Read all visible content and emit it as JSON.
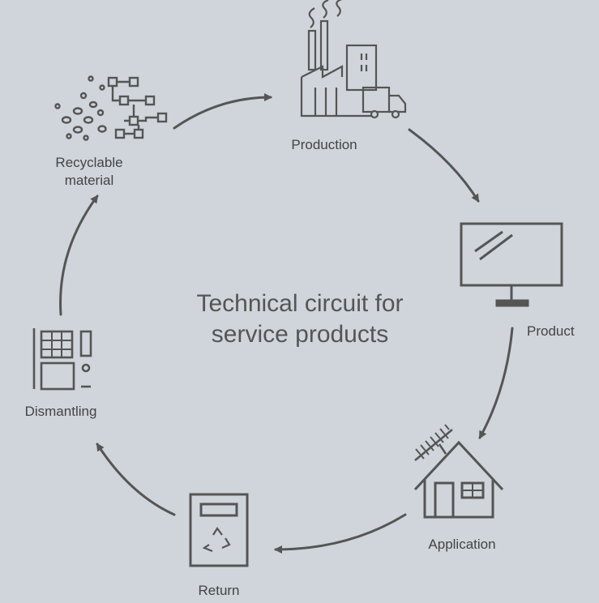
{
  "background_color": "#cfd5da",
  "stroke_color": "#555555",
  "title": {
    "line1": "Technical circuit for",
    "line2": "service products"
  },
  "stages": [
    {
      "id": "production",
      "icon": "factory-icon",
      "label": "Production"
    },
    {
      "id": "product",
      "icon": "monitor-icon",
      "label": "Product"
    },
    {
      "id": "application",
      "icon": "house-icon",
      "label": "Application"
    },
    {
      "id": "return",
      "icon": "recycle-bin-icon",
      "label": "Return"
    },
    {
      "id": "dismantling",
      "icon": "dismantling-icon",
      "label": "Dismantling"
    },
    {
      "id": "recyclable",
      "icon": "recyclable-material-icon",
      "label_line1": "Recyclable",
      "label_line2": "material"
    }
  ]
}
